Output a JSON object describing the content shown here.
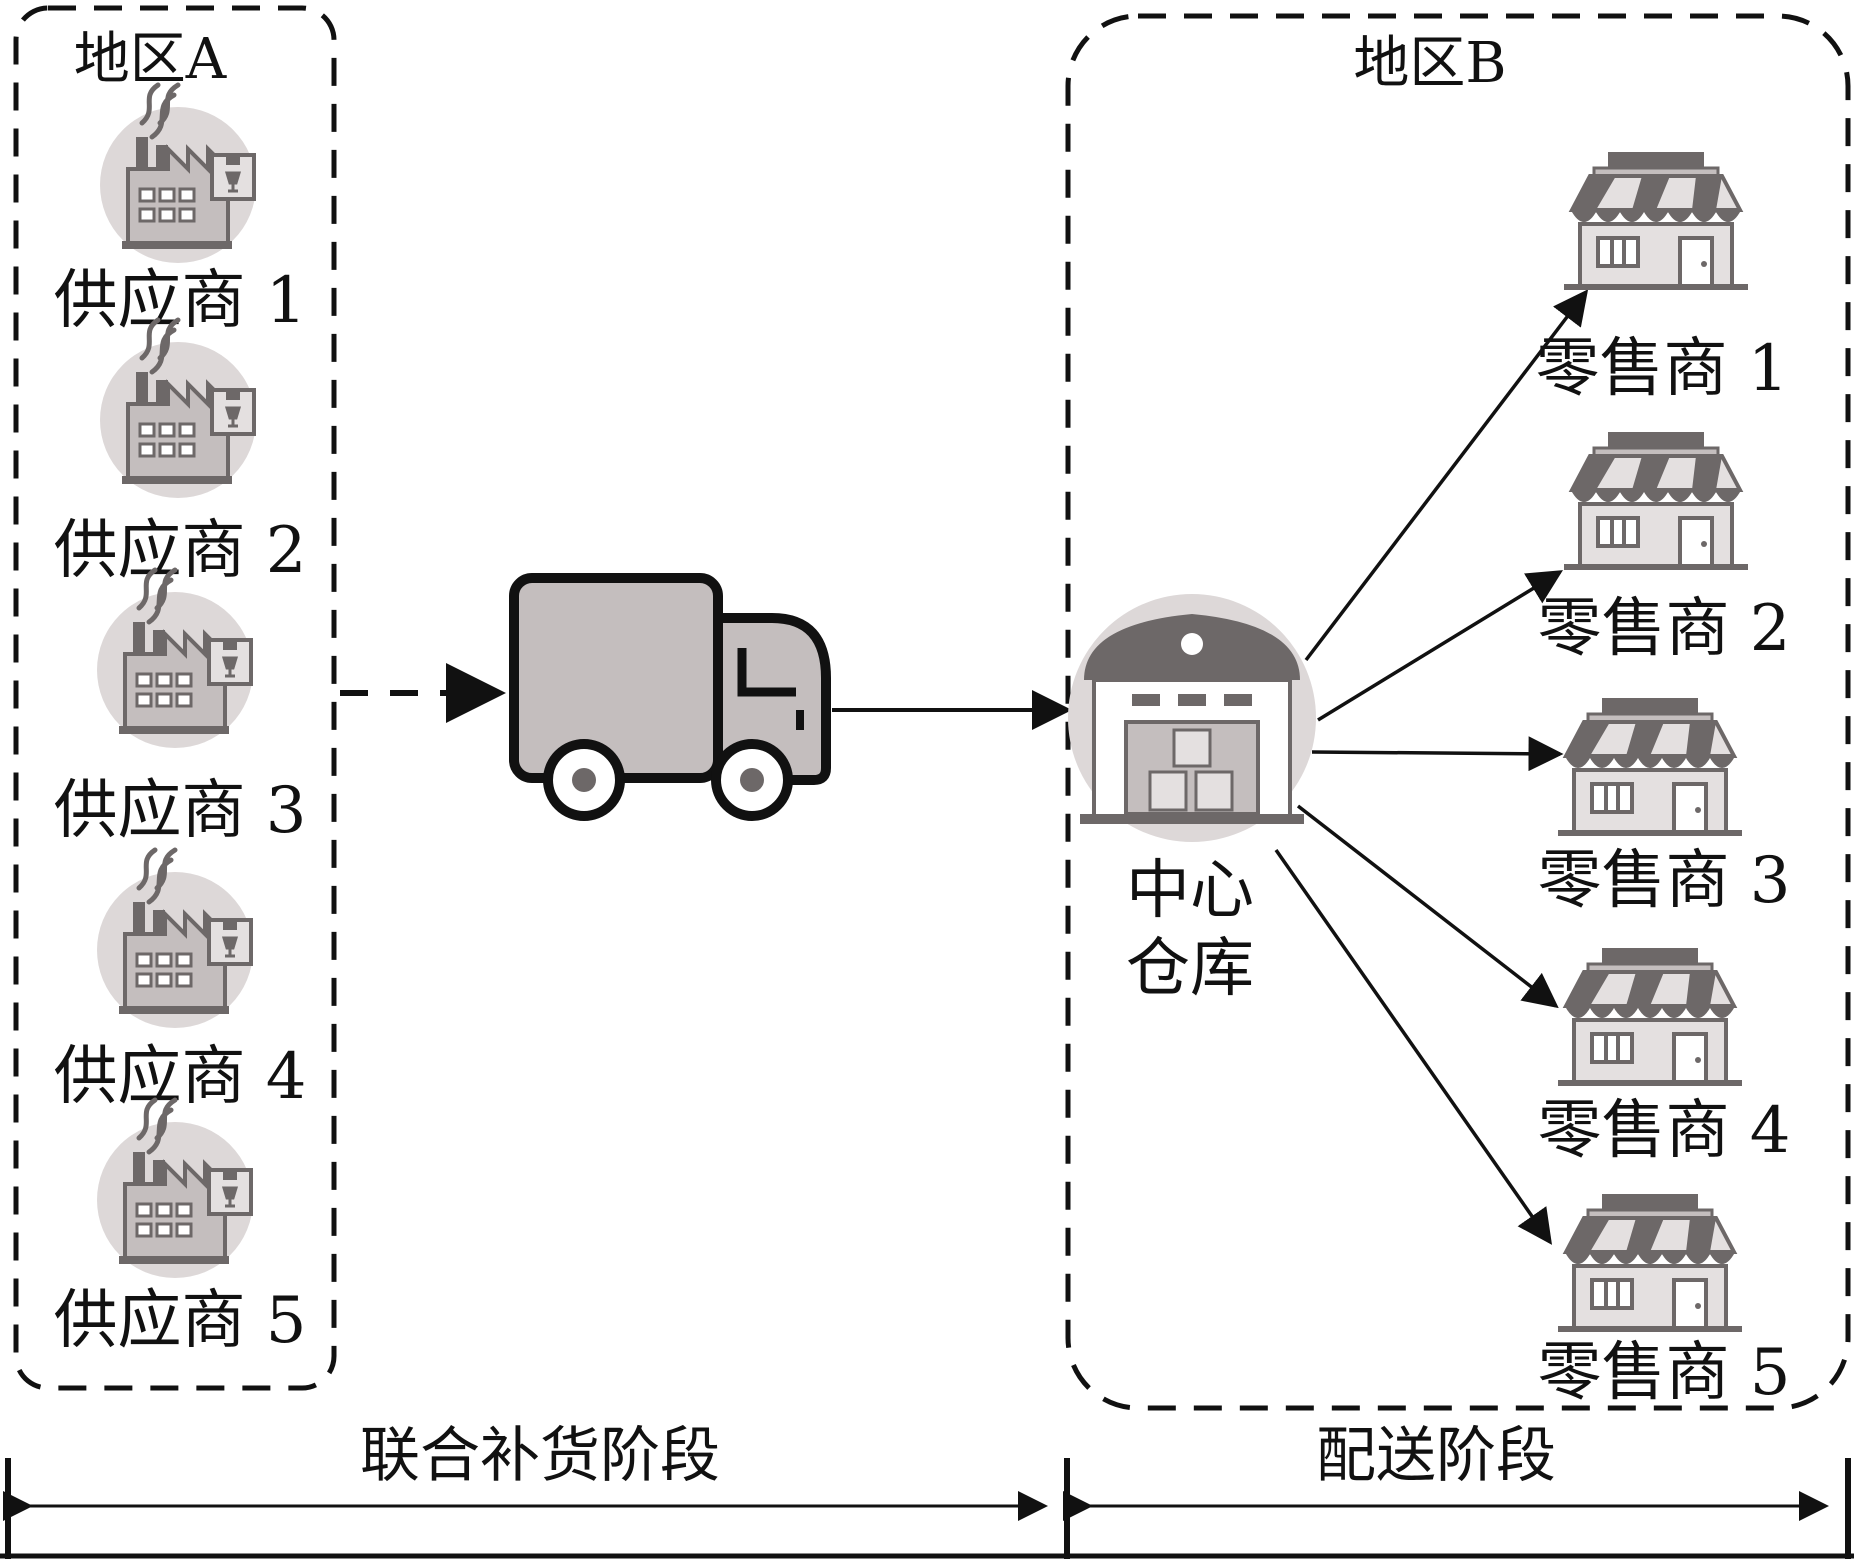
{
  "colors": {
    "ink": "#111111",
    "icon_dark": "#6d6868",
    "icon_mid": "#c4bebe",
    "icon_light": "#e4e0e0",
    "circle_bg": "#ddd8d8"
  },
  "region_a": {
    "title": "地区A",
    "suppliers": [
      {
        "label": "供应商 1",
        "icon": "factory-icon"
      },
      {
        "label": "供应商 2",
        "icon": "factory-icon"
      },
      {
        "label": "供应商 3",
        "icon": "factory-icon"
      },
      {
        "label": "供应商 4",
        "icon": "factory-icon"
      },
      {
        "label": "供应商 5",
        "icon": "factory-icon"
      }
    ]
  },
  "transport": {
    "icon": "truck-icon"
  },
  "region_b": {
    "title": "地区B",
    "warehouse": {
      "line1": "中心",
      "line2": "仓库",
      "icon": "warehouse-icon"
    },
    "retailers": [
      {
        "label": "零售商 1",
        "icon": "store-icon"
      },
      {
        "label": "零售商 2",
        "icon": "store-icon"
      },
      {
        "label": "零售商 3",
        "icon": "store-icon"
      },
      {
        "label": "零售商 4",
        "icon": "store-icon"
      },
      {
        "label": "零售商 5",
        "icon": "store-icon"
      }
    ]
  },
  "phases": {
    "joint": "联合补货阶段",
    "delivery": "配送阶段"
  }
}
